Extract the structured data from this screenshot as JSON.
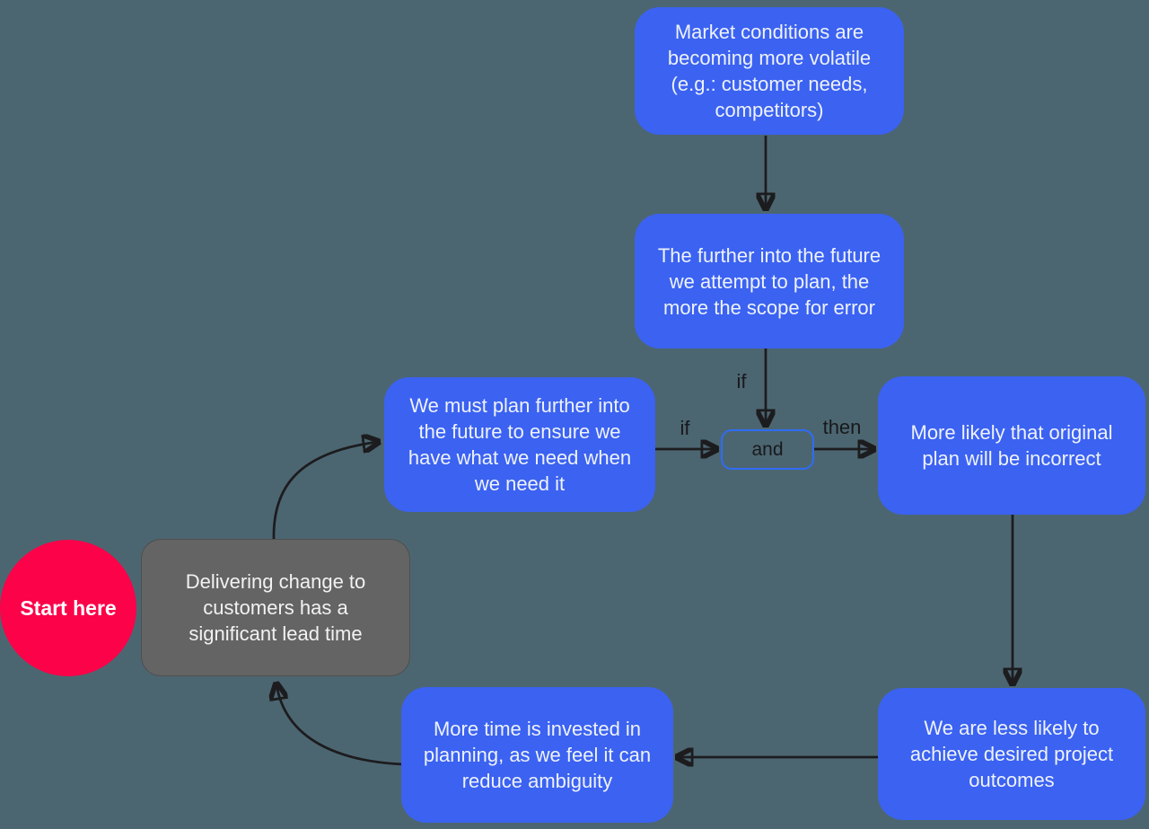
{
  "diagram": {
    "title": "Planning causal loop diagram",
    "colors": {
      "background": "#4c6671",
      "node_fill": "#3b62f1",
      "node_text": "#eef2fc",
      "gray_node_fill": "#646464",
      "start_circle_fill": "#fb0249",
      "connector": "#1c1c1e",
      "and_border": "#2e6cf5"
    },
    "nodes": {
      "market_conditions": {
        "text": "Market conditions are becoming more volatile (e.g.: customer needs, competitors)"
      },
      "further_future": {
        "text": "The further into the future we attempt to plan, the more the scope for error"
      },
      "must_plan": {
        "text": "We must plan further into the future to ensure we have what we need when we need it"
      },
      "more_likely_incorrect": {
        "text": "More likely that original plan will be incorrect"
      },
      "less_likely_outcomes": {
        "text": "We are less likely to achieve desired project outcomes"
      },
      "more_time_planning": {
        "text": "More time is invested in planning, as we feel it can reduce ambiguity"
      },
      "delivering_change": {
        "text": "Delivering change to customers has a significant lead time"
      },
      "start": {
        "text": "Start here"
      },
      "and_gate": {
        "text": "and"
      }
    },
    "edge_labels": {
      "if_top": "if",
      "if_left": "if",
      "then": "then"
    }
  }
}
